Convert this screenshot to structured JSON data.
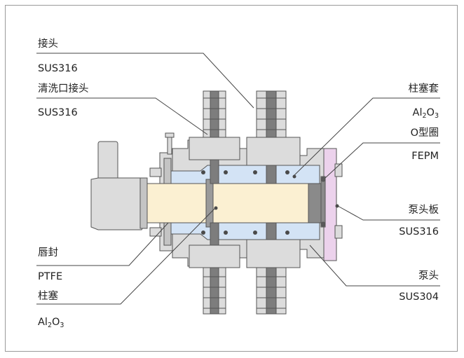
{
  "labels": {
    "joint_name": "接头",
    "joint_material": "SUS316",
    "flush_joint_name": "清洗口接头",
    "flush_joint_material": "SUS316",
    "lip_seal_name": "唇封",
    "lip_seal_material": "PTFE",
    "plunger_name": "柱塞",
    "plunger_material": {
      "a": "Al",
      "sub1": "2",
      "b": "O",
      "sub2": "3"
    },
    "sleeve_name": "柱塞套",
    "sleeve_material": {
      "a": "Al",
      "sub1": "2",
      "b": "O",
      "sub2": "3"
    },
    "oring_name": "O型圈",
    "oring_material": "FEPM",
    "head_plate_name": "泵头板",
    "head_plate_material": "SUS316",
    "pump_head_name": "泵头",
    "pump_head_material": "SUS304"
  },
  "colors": {
    "frame": "#9a9a9a",
    "body_grey": "#dcdcdc",
    "dark_grey": "#7d7d7d",
    "plunger": "#fbf0d2",
    "sleeve_blue": "#d3e3f5",
    "head_plate_pink": "#ecd2ec",
    "leader_line": "#444444"
  }
}
